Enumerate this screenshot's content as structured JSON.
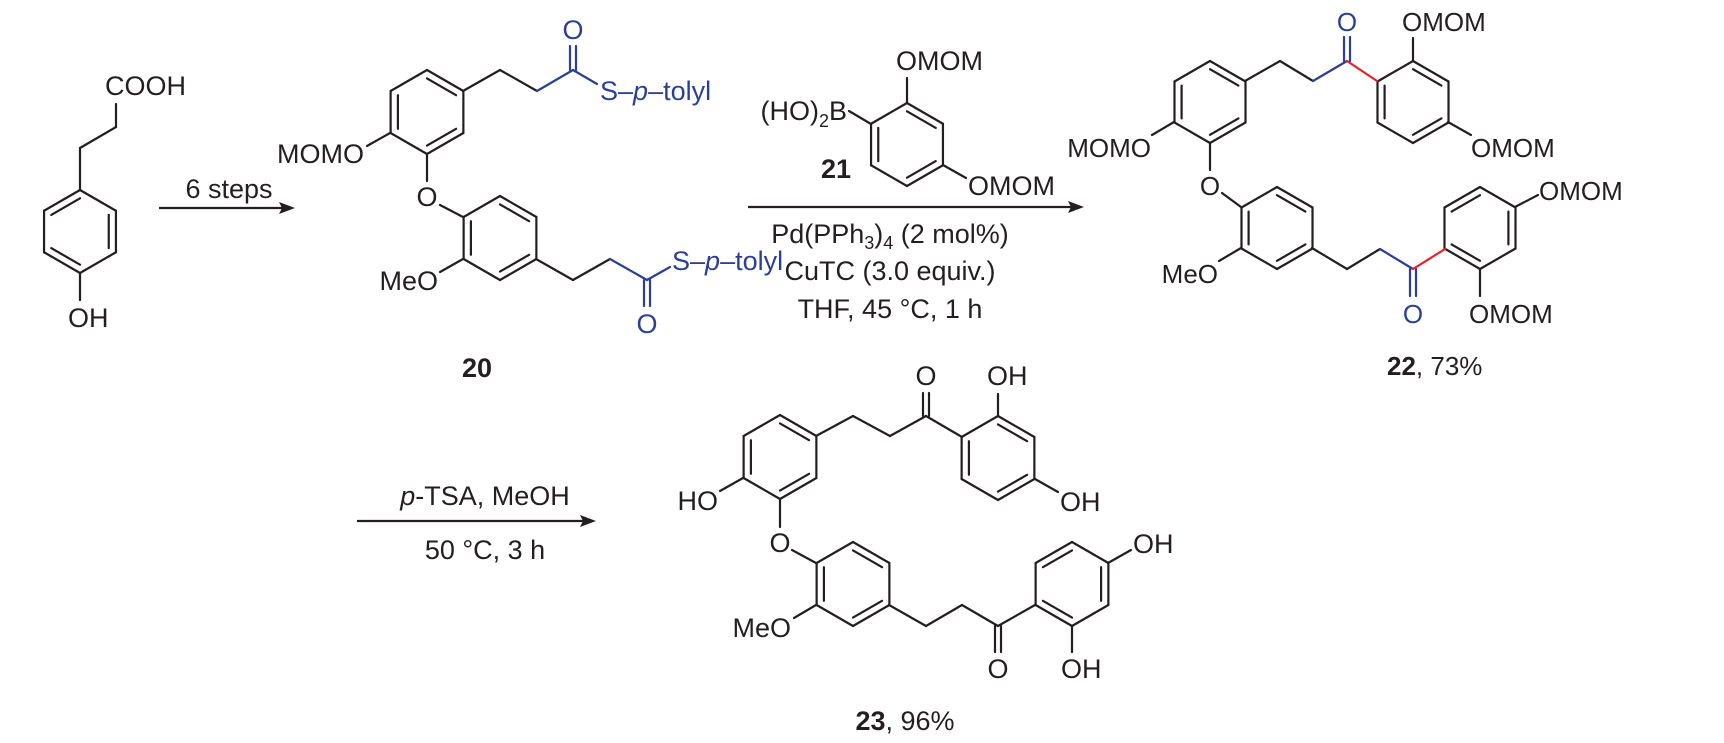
{
  "colors": {
    "ink": "#231f20",
    "blue": "#2b3f96",
    "red": "#e8202a"
  },
  "start_material": {
    "cooh": "COOH",
    "oh": "OH"
  },
  "step1": {
    "label": "6 steps"
  },
  "compound20": {
    "number": "20",
    "o_top": "O",
    "s_tolyl_top": {
      "s": "S–",
      "p": "p",
      "rest": "–tolyl"
    },
    "momo": "MOMO",
    "ether_o": "O",
    "meo": "MeO",
    "s_tolyl_bottom": {
      "s": "S–",
      "p": "p",
      "rest": "–tolyl"
    },
    "o_bottom": "O"
  },
  "compound21": {
    "number": "21",
    "boronic": {
      "pre": "(HO)",
      "sub": "2",
      "post": "B"
    },
    "omom_top": "OMOM",
    "omom_bottom": "OMOM"
  },
  "step2": {
    "line1": {
      "a": "Pd(PPh",
      "s1": "3",
      "b": ")",
      "s2": "4",
      "c": " (2 mol%)"
    },
    "line2": "CuTC (3.0 equiv.)",
    "line3": "THF, 45 °C, 1 h"
  },
  "compound22": {
    "number": "22",
    "yield": ", 73%",
    "o_top": "O",
    "omom_1": "OMOM",
    "momo": "MOMO",
    "omom_2": "OMOM",
    "ether_o": "O",
    "meo": "MeO",
    "omom_3": "OMOM",
    "o_bottom": "O",
    "omom_4": "OMOM"
  },
  "step3": {
    "line1": {
      "p": "p",
      "rest": "-TSA, MeOH"
    },
    "line2": "50 °C, 3 h"
  },
  "compound23": {
    "number": "23",
    "yield": ", 96%",
    "o_top": "O",
    "oh_1": "OH",
    "ho": "HO",
    "oh_2": "OH",
    "ether_o": "O",
    "meo": "MeO",
    "oh_3": "OH",
    "o_bottom": "O",
    "oh_4": "OH"
  }
}
